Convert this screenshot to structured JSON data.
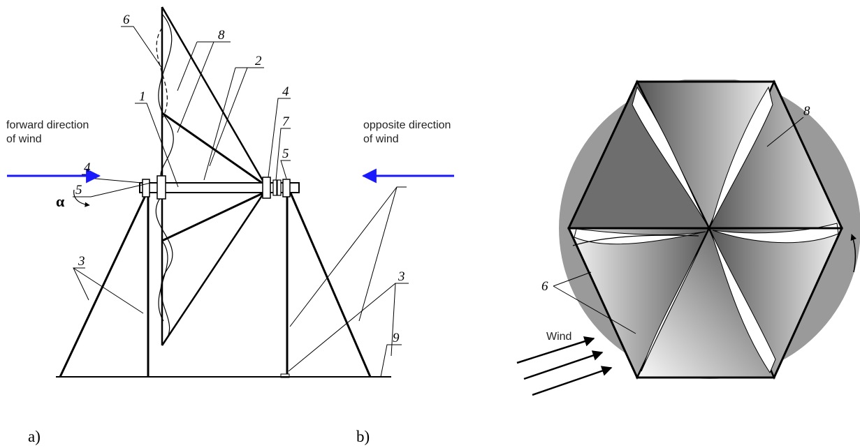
{
  "figure_a": {
    "caption": "a)",
    "wind_forward_line1": "forward direction",
    "wind_forward_line2": "of wind",
    "wind_opposite_line1": "opposite direction",
    "wind_opposite_line2": "of wind",
    "angle_symbol": "α",
    "labels": {
      "l1": "1",
      "l2": "2",
      "l3_left": "3",
      "l3_right": "3",
      "l4_left": "4",
      "l4_right": "4",
      "l5_left": "5",
      "l5_right": "5",
      "l6": "6",
      "l7": "7",
      "l8": "8",
      "l9": "9"
    },
    "colors": {
      "wind_arrow": "#1a1aff"
    }
  },
  "figure_b": {
    "caption": "b)",
    "wind_label": "Wind",
    "labels": {
      "l6": "6",
      "l8": "8"
    }
  }
}
